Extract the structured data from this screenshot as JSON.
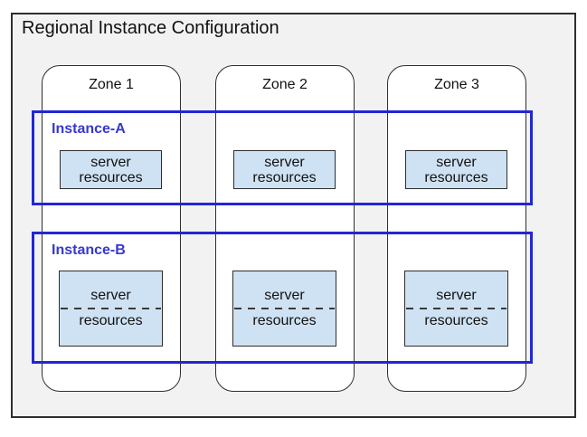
{
  "diagram": {
    "title": "Regional Instance Configuration",
    "zones": [
      {
        "label": "Zone 1"
      },
      {
        "label": "Zone 2"
      },
      {
        "label": "Zone 3"
      }
    ],
    "instances": [
      {
        "label": "Instance-A"
      },
      {
        "label": "Instance-B"
      }
    ],
    "server_box": {
      "line1": "server",
      "line2": "resources"
    },
    "colors": {
      "region_fill": "#f2f2f2",
      "region_border": "#2e2e2e",
      "zone_fill": "#ffffff",
      "zone_border": "#2e2e2e",
      "instance_border": "#2226d4",
      "instance_label_text": "#3838cf",
      "server_box_fill": "#cfe2f3",
      "server_box_border": "#2e2e2e"
    }
  }
}
